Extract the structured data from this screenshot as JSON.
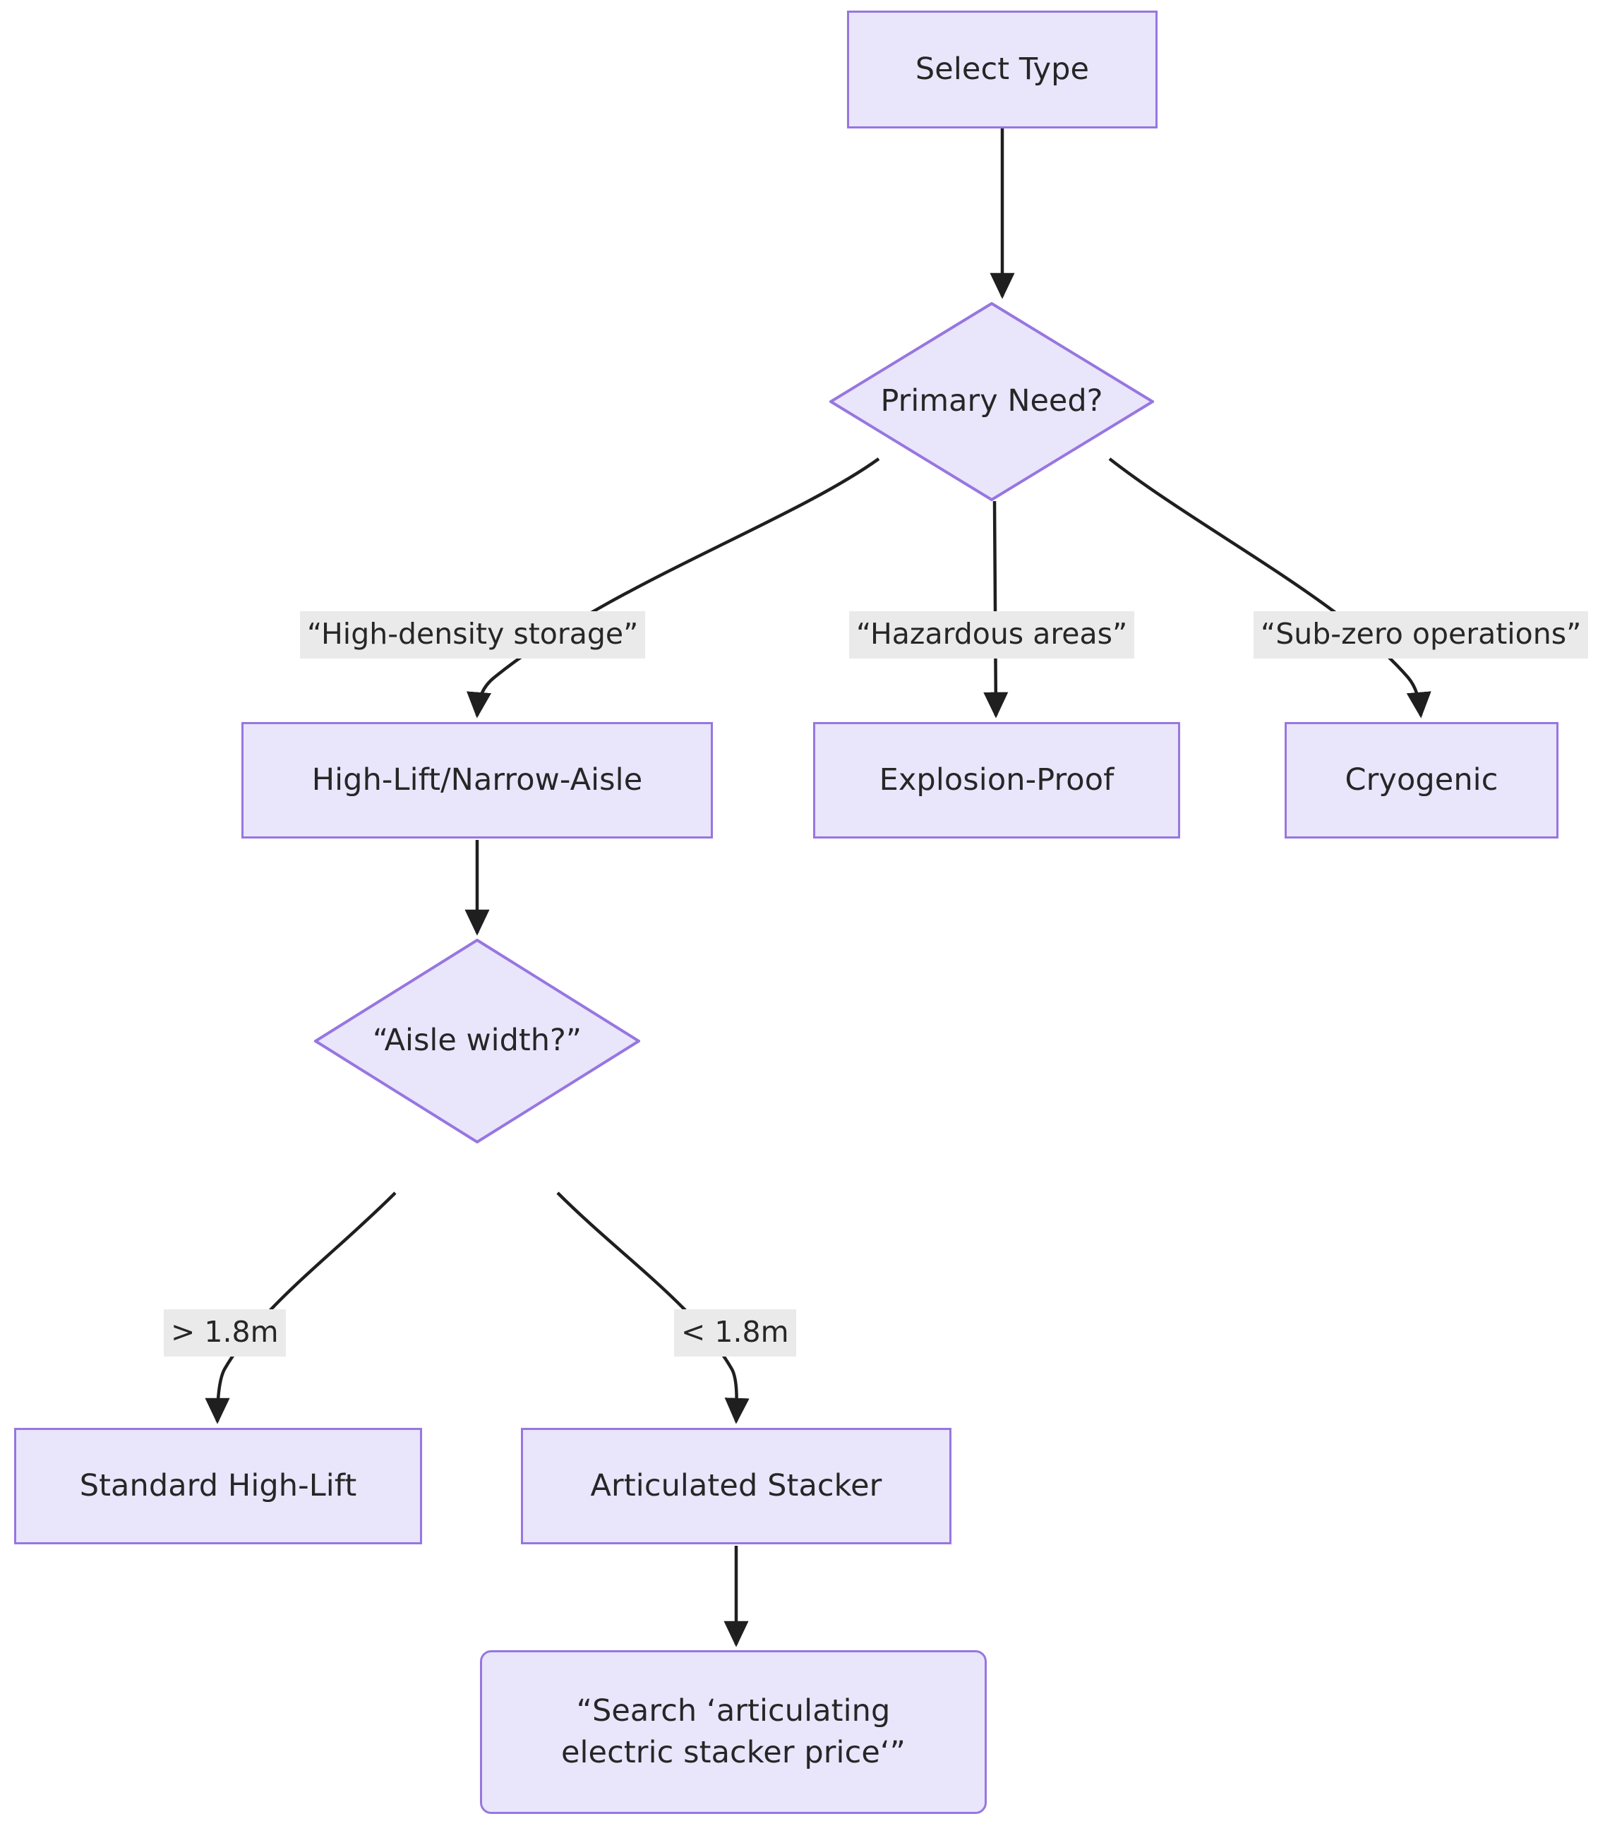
{
  "diagram": {
    "type": "flowchart",
    "direction": "top-down",
    "theme": {
      "background": "#ffffff",
      "node_fill": "#e9e5fb",
      "node_border": "#9776e0",
      "node_text": "#262626",
      "edge_stroke": "#1f1f1f",
      "edge_label_background": "#eaeaea",
      "edge_label_text": "#262626"
    },
    "nodes": [
      {
        "id": "select_type",
        "label": "Select Type",
        "shape": "rect"
      },
      {
        "id": "primary_need",
        "label": "Primary Need?",
        "shape": "diamond"
      },
      {
        "id": "high_lift",
        "label": "High-Lift/Narrow-Aisle",
        "shape": "rect"
      },
      {
        "id": "explosion_proof",
        "label": "Explosion-Proof",
        "shape": "rect"
      },
      {
        "id": "cryogenic",
        "label": "Cryogenic",
        "shape": "rect"
      },
      {
        "id": "aisle_width",
        "label": "“Aisle width?”",
        "shape": "diamond"
      },
      {
        "id": "standard",
        "label": "Standard High-Lift",
        "shape": "rect"
      },
      {
        "id": "articulated",
        "label": "Articulated Stacker",
        "shape": "rect"
      },
      {
        "id": "search",
        "label": "“Search ‘articulating\nelectric stacker price‘”",
        "shape": "rounded-rect"
      }
    ],
    "edges": [
      {
        "from": "select_type",
        "to": "primary_need",
        "label": ""
      },
      {
        "from": "primary_need",
        "to": "high_lift",
        "label": "“High-density storage”"
      },
      {
        "from": "primary_need",
        "to": "explosion_proof",
        "label": "“Hazardous areas”"
      },
      {
        "from": "primary_need",
        "to": "cryogenic",
        "label": "“Sub-zero operations”"
      },
      {
        "from": "high_lift",
        "to": "aisle_width",
        "label": ""
      },
      {
        "from": "aisle_width",
        "to": "standard",
        "label": "> 1.8m"
      },
      {
        "from": "aisle_width",
        "to": "articulated",
        "label": "< 1.8m"
      },
      {
        "from": "articulated",
        "to": "search",
        "label": ""
      }
    ]
  }
}
